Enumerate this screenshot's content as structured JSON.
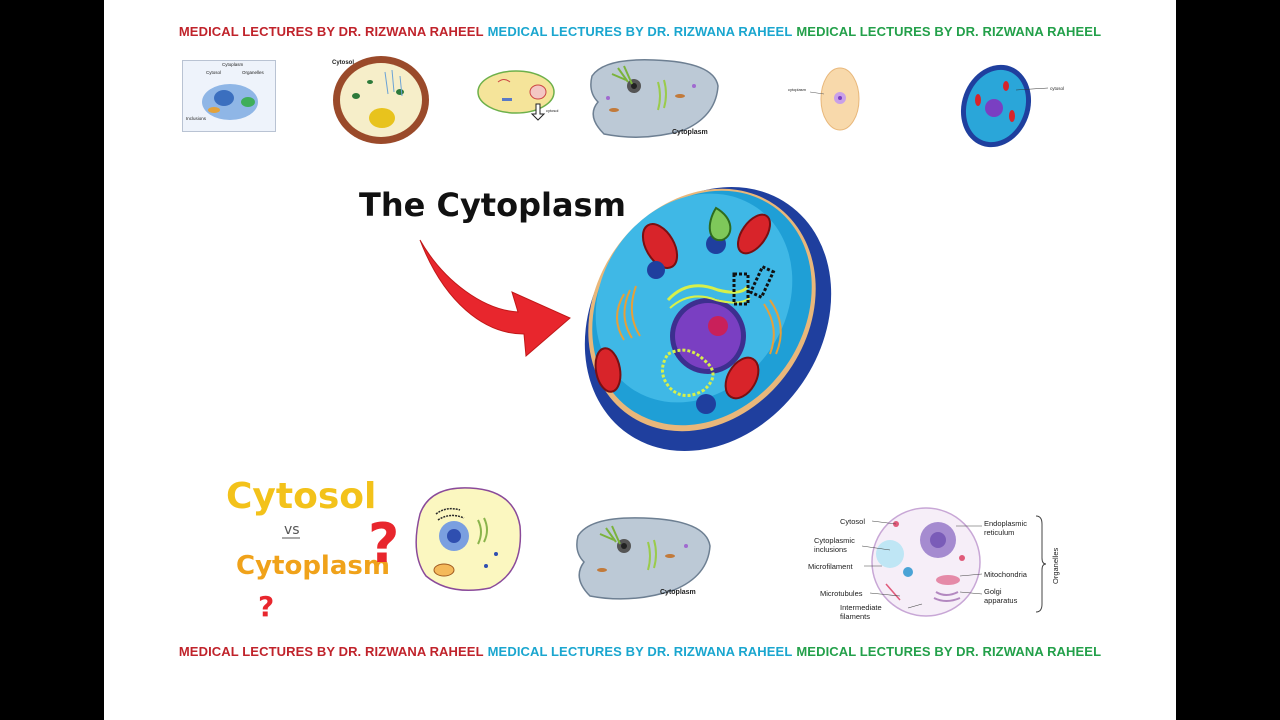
{
  "banner_top": [
    {
      "text": "MEDICAL LECTURES BY DR. RIZWANA RAHEEL",
      "color": "#c0232b"
    },
    {
      "text": "MEDICAL LECTURES BY DR. RIZWANA RAHEEL",
      "color": "#1aa6cf"
    },
    {
      "text": "MEDICAL LECTURES BY DR. RIZWANA RAHEEL",
      "color": "#23a04a"
    }
  ],
  "banner_bottom": [
    {
      "text": "MEDICAL LECTURES BY DR. RIZWANA RAHEEL",
      "color": "#c0232b"
    },
    {
      "text": "MEDICAL LECTURES BY DR. RIZWANA RAHEEL",
      "color": "#1aa6cf"
    },
    {
      "text": "MEDICAL LECTURES BY DR. RIZWANA RAHEEL",
      "color": "#23a04a"
    }
  ],
  "title": "The Cytoplasm",
  "thumb1": {
    "cytoplasm": "Cytoplasm",
    "cytosol": "Cytosol",
    "organelles": "Organelles",
    "inclusions": "Inclusions"
  },
  "thumb2": {
    "cytosol": "Cytosol"
  },
  "thumb3": {
    "cytosol": "cytosol"
  },
  "thumb4": {
    "cytoplasm": "Cytoplasm"
  },
  "thumb5": {
    "cytoplasm": "cytoplasm"
  },
  "thumb6": {
    "cytosol": "cytosol"
  },
  "handwritten": {
    "cytosol": "Cytosol",
    "vs": "vs",
    "cytoplasm": "Cytoplasm",
    "q1": "?",
    "q2": "?"
  },
  "bottom_cell": {
    "cytoplasm": "Cytoplasm"
  },
  "organelle_diagram": {
    "cytosol": "Cytosol",
    "inclusions_1": "Cytoplasmic",
    "inclusions_2": "inclusions",
    "microfilament": "Microfilament",
    "microtubules": "Microtubules",
    "intermediate_1": "Intermediate",
    "intermediate_2": "filaments",
    "er_1": "Endoplasmic",
    "er_2": "reticulum",
    "mitochondria": "Mitochondria",
    "golgi_1": "Golgi",
    "golgi_2": "apparatus",
    "organelles": "Organelles"
  },
  "colors": {
    "accent_red": "#e8262d",
    "cell_blue": "#1f9fd6",
    "cell_border": "#1f3f9e",
    "nucleus": "#7a3fc2"
  }
}
